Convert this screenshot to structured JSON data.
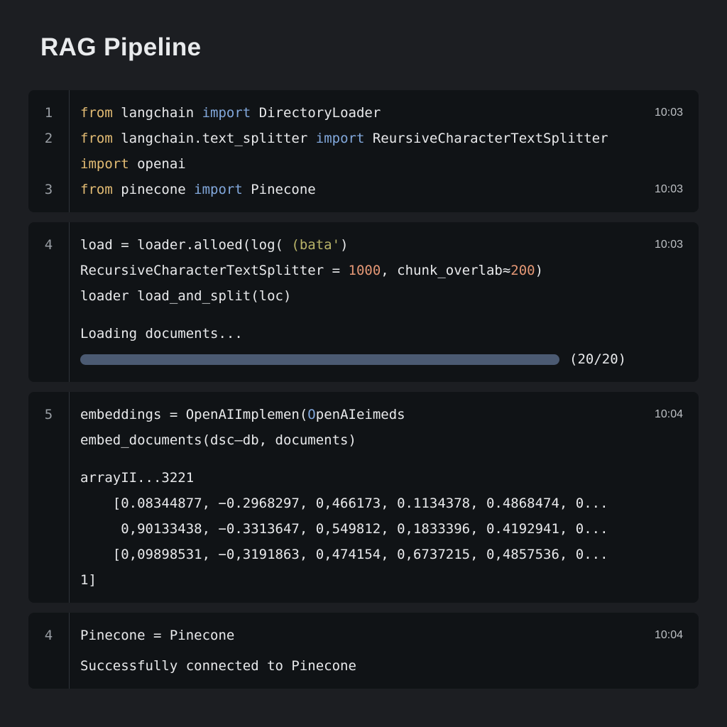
{
  "page": {
    "title": "RAG Pipeline"
  },
  "colors": {
    "pageBg": "#1c1e22",
    "cellBg": "#101316",
    "divider": "#2e3339",
    "lineNum": "#999ea4",
    "plain": "#e8e9eb",
    "kw": "#e3bc74",
    "imp": "#82a8dc",
    "str": "#b9b469",
    "num": "#e49775",
    "time": "#bdc0c4",
    "title": "#e9ebed",
    "barFill": "#4b5a72",
    "barTrack": "#343c49"
  },
  "blocks": [
    {
      "rows": [
        {
          "num": "1",
          "time": "10:03",
          "segments": [
            {
              "t": "from",
              "c": "kw"
            },
            {
              "t": " langchain ",
              "c": "plain"
            },
            {
              "t": "import",
              "c": "imp"
            },
            {
              "t": " DirectoryLoader",
              "c": "plain"
            }
          ]
        },
        {
          "num": "2",
          "segments": [
            {
              "t": "from",
              "c": "kw"
            },
            {
              "t": " langchain.text_splitter ",
              "c": "plain"
            },
            {
              "t": "import",
              "c": "imp"
            },
            {
              "t": " ReursiveCharacterTextSplitter",
              "c": "plain"
            }
          ]
        },
        {
          "num": "",
          "segments": [
            {
              "t": "import",
              "c": "kw"
            },
            {
              "t": " openai",
              "c": "plain"
            }
          ]
        },
        {
          "num": "3",
          "time": "10:03",
          "segments": [
            {
              "t": "from",
              "c": "kw"
            },
            {
              "t": " pinecone ",
              "c": "plain"
            },
            {
              "t": "import",
              "c": "imp"
            },
            {
              "t": " Pinecone",
              "c": "plain"
            }
          ]
        }
      ]
    },
    {
      "rows": [
        {
          "num": "4",
          "time": "10:03",
          "segments": [
            {
              "t": "load = loader.alloed(log( ",
              "c": "plain"
            },
            {
              "t": "(bata'",
              "c": "str"
            },
            {
              "t": ")",
              "c": "plain"
            }
          ]
        },
        {
          "num": "",
          "segments": [
            {
              "t": "RecursiveCharacterTextSplitter = ",
              "c": "plain"
            },
            {
              "t": "1000",
              "c": "num"
            },
            {
              "t": ", chunk_overlab≈",
              "c": "plain"
            },
            {
              "t": "200",
              "c": "num"
            },
            {
              "t": ")",
              "c": "plain"
            }
          ]
        },
        {
          "num": "",
          "segments": [
            {
              "t": "loader load_and_split(loc)",
              "c": "plain"
            }
          ]
        },
        {
          "type": "gap",
          "h": 17
        },
        {
          "num": "",
          "segments": [
            {
              "t": "Loading documents...",
              "c": "plain"
            }
          ]
        },
        {
          "type": "progress",
          "value": 100,
          "label": "(20/20)"
        }
      ]
    },
    {
      "rows": [
        {
          "num": "5",
          "time": "10:04",
          "segments": [
            {
              "t": "embeddings = OpenAIImplemen(",
              "c": "plain"
            },
            {
              "t": "O",
              "c": "imp"
            },
            {
              "t": "penAIeimeds",
              "c": "plain"
            }
          ]
        },
        {
          "num": "",
          "segments": [
            {
              "t": "embed_documents(dsc–db, documents)",
              "c": "plain"
            }
          ]
        },
        {
          "type": "gap",
          "h": 17
        },
        {
          "num": "",
          "segments": [
            {
              "t": "arrayII...3221",
              "c": "plain"
            }
          ]
        },
        {
          "num": "",
          "segments": [
            {
              "t": "    [0.08344877, −0.2968297, 0,466173, 0.1134378, 0.4868474, 0...",
              "c": "plain"
            }
          ]
        },
        {
          "num": "",
          "segments": [
            {
              "t": "     0,90133438, −0.3313647, 0,549812, 0,1833396, 0.4192941, 0...",
              "c": "plain"
            }
          ]
        },
        {
          "num": "",
          "segments": [
            {
              "t": "    [0,09898531, −0,3191863, 0,474154, 0,6737215, 0,4857536, 0...",
              "c": "plain"
            }
          ]
        },
        {
          "num": "",
          "segments": [
            {
              "t": "1]",
              "c": "plain"
            }
          ]
        }
      ]
    },
    {
      "rows": [
        {
          "num": "4",
          "time": "10:04",
          "segments": [
            {
              "t": "Pinecone = Pinecone",
              "c": "plain"
            }
          ]
        },
        {
          "type": "gap",
          "h": 7
        },
        {
          "num": "",
          "segments": [
            {
              "t": "Successfully connected to Pinecone",
              "c": "plain"
            }
          ]
        }
      ]
    }
  ]
}
